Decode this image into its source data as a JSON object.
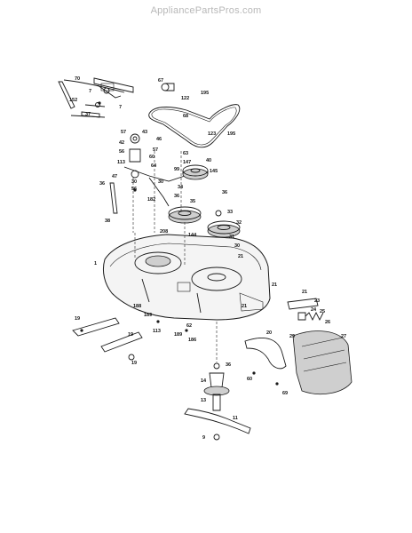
{
  "watermark": "AppliancePartsPros.com",
  "part_labels": [
    "70",
    "7",
    "152",
    "37",
    "7",
    "67",
    "122",
    "195",
    "68",
    "123",
    "195",
    "57",
    "43",
    "42",
    "56",
    "113",
    "47",
    "36",
    "38",
    "46",
    "57",
    "60",
    "64",
    "63",
    "147",
    "40",
    "99",
    "145",
    "30",
    "56",
    "30",
    "182",
    "34",
    "36",
    "36",
    "35",
    "144",
    "33",
    "32",
    "208",
    "31",
    "30",
    "1",
    "21",
    "21",
    "188",
    "189",
    "113",
    "62",
    "189",
    "186",
    "21",
    "21",
    "23",
    "24",
    "25",
    "26",
    "19",
    "19",
    "19",
    "27",
    "29",
    "20",
    "60",
    "69",
    "36",
    "14",
    "13",
    "11",
    "9"
  ]
}
